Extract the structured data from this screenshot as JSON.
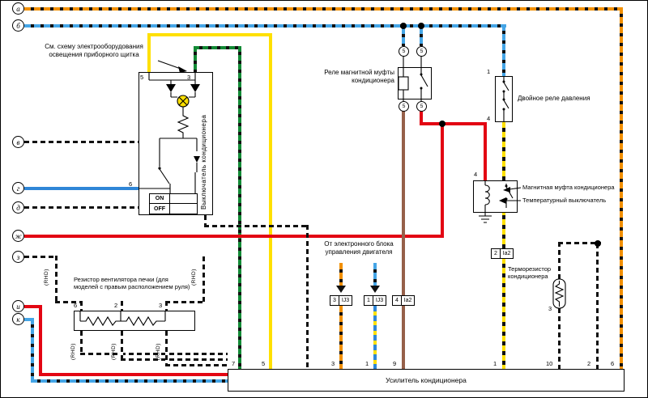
{
  "colors": {
    "red": "#e30613",
    "yellow": "#ffe000",
    "blue": "#2f86d7",
    "light_blue": "#45a5e6",
    "orange": "#f29000",
    "green": "#128a35",
    "brown": "#96604a",
    "black": "#111111"
  },
  "note_text": "См. схему электрооборудования освещения приборного щитка",
  "terminals": {
    "t1": "а",
    "t2": "б",
    "t3": "в",
    "t4": "г",
    "t5": "д",
    "t6": "ж",
    "t7": "з",
    "t8": "и",
    "t9": "к"
  },
  "switch": {
    "label": "Выключатель кондиционера",
    "pin5": "5",
    "pin3": "3",
    "pin6": "6",
    "on": "ON",
    "off": "OFF"
  },
  "relay": {
    "label": "Реле магнитной муфты кондиционера",
    "pin": "5"
  },
  "pressure_relay": {
    "label": "Двойное реле давления",
    "pin_top": "1",
    "pin_bottom": "4"
  },
  "clutch": {
    "label": "Магнитная муфта кондиционера",
    "pin": "4"
  },
  "temp_switch": {
    "label": "Температурный выключатель"
  },
  "ecu": {
    "label": "От электронного блока управления двигателя"
  },
  "thermoresistor": {
    "label": "Терморезистор кондиционера",
    "pin": "3"
  },
  "heater_resistor": {
    "label": "Резистор вентилятора печки (для моделей с правым расположением руля)",
    "pin_a": "6",
    "pin_b": "2",
    "pin_c": "3",
    "rhd": "(RHD)"
  },
  "amplifier": {
    "label": "Усилитель кондиционера",
    "pins": [
      "7",
      "5",
      "3",
      "1",
      "9",
      "1",
      "10",
      "2",
      "6"
    ]
  },
  "connectors": {
    "ij3_a": {
      "pin": "3",
      "name": "IJ3"
    },
    "ij3_b": {
      "pin": "1",
      "name": "IJ3"
    },
    "ia2_a": {
      "pin": "4",
      "name": "Ia2"
    },
    "ia2_b": {
      "pin": "2",
      "name": "Ia2"
    }
  }
}
